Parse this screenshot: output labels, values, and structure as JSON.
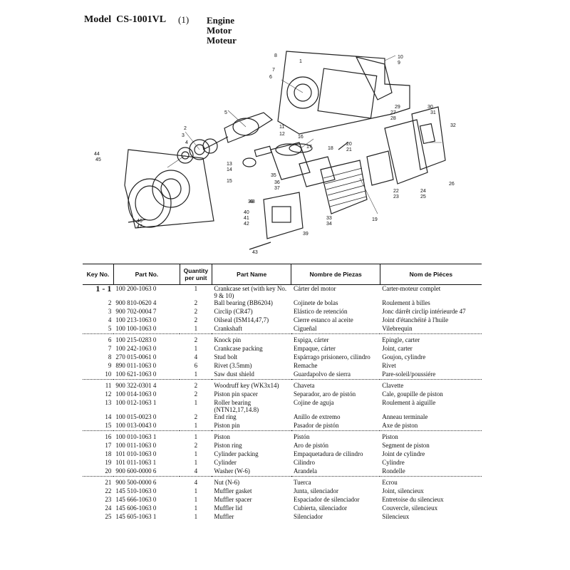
{
  "header": {
    "model_label": "Model",
    "model": "CS-1001VL",
    "section": "(1)",
    "name_en": "Engine",
    "name_es": "Motor",
    "name_fr": "Moteur"
  },
  "columns": {
    "key": "Key No.",
    "part": "Part No.",
    "qty": "Quantity per unit",
    "en": "Part Name",
    "es": "Nombre de Piezas",
    "fr": "Nom de Piéces"
  },
  "rows": [
    {
      "key": "1 - 1",
      "part": "100 200-1063 0",
      "qty": "1",
      "en": "Crankcase set (with key No. 9 & 10)",
      "es": "Cárter del motor",
      "fr": "Carter-moteur complet",
      "tall": true
    },
    {
      "key": "2",
      "part": "900 810-0620 4",
      "qty": "2",
      "en": "Ball bearing (BB6204)",
      "es": "Cojinete de bolas",
      "fr": "Roulement à billes"
    },
    {
      "key": "3",
      "part": "900 702-0004 7",
      "qty": "2",
      "en": "Circlip (CR47)",
      "es": "Elástico de retención",
      "fr": "Jonc dárrêt circlip intérieurde 47"
    },
    {
      "key": "4",
      "part": "100 213-1063 0",
      "qty": "2",
      "en": "Oilseal (ISM14,47,7)",
      "es": "Cierre estanco al aceite",
      "fr": "Joint d'étanchéité à l'huile"
    },
    {
      "key": "5",
      "part": "100 100-1063 0",
      "qty": "1",
      "en": "Crankshaft",
      "es": "Cigueñal",
      "fr": "Vilebrequin"
    },
    {
      "key": "6",
      "part": "100 215-0283 0",
      "qty": "2",
      "en": "Knock pin",
      "es": "Espiga, cárter",
      "fr": "Epingle, carter",
      "grp": true
    },
    {
      "key": "7",
      "part": "100 242-1063 0",
      "qty": "1",
      "en": "Crankcase packing",
      "es": "Empaque, cárter",
      "fr": "Joint, carter"
    },
    {
      "key": "8",
      "part": "270 015-0061 0",
      "qty": "4",
      "en": "Stud bolt",
      "es": "Espárrago prisionero, cilindro",
      "fr": "Goujon, cylindre"
    },
    {
      "key": "9",
      "part": "890 011-1063 0",
      "qty": "6",
      "en": "Rivet (3.5mm)",
      "es": "Remache",
      "fr": "Rivet"
    },
    {
      "key": "10",
      "part": "100 621-1063 0",
      "qty": "1",
      "en": "Saw dust shield",
      "es": "Guardapolvo de sierra",
      "fr": "Pare-soleil/poussiére"
    },
    {
      "key": "11",
      "part": "900 322-0301 4",
      "qty": "2",
      "en": "Woodruff key (WK3x14)",
      "es": "Chaveta",
      "fr": "Clavette",
      "grp": true
    },
    {
      "key": "12",
      "part": "100 014-1063 0",
      "qty": "2",
      "en": "Piston pin spacer",
      "es": "Separador, aro de pistón",
      "fr": "Cale, goupille de piston"
    },
    {
      "key": "13",
      "part": "100 012-1063 1",
      "qty": "1",
      "en": "Roller bearing (NTN12,17,14.8)",
      "es": "Cojine de aguja",
      "fr": "Roulement à aiguille",
      "tall": true
    },
    {
      "key": "14",
      "part": "100 015-0023 0",
      "qty": "2",
      "en": "End ring",
      "es": "Anillo de extremo",
      "fr": "Anneau terminale"
    },
    {
      "key": "15",
      "part": "100 013-0043 0",
      "qty": "1",
      "en": "Piston pin",
      "es": "Pasador de pistón",
      "fr": "Axe de piston"
    },
    {
      "key": "16",
      "part": "100 010-1063 1",
      "qty": "1",
      "en": "Piston",
      "es": "Pistón",
      "fr": "Piston",
      "grp": true
    },
    {
      "key": "17",
      "part": "100 011-1063 0",
      "qty": "2",
      "en": "Piston ring",
      "es": "Aro de pistón",
      "fr": "Segment de piston"
    },
    {
      "key": "18",
      "part": "101 010-1063 0",
      "qty": "1",
      "en": "Cylinder packing",
      "es": "Empaquetadura de cilindro",
      "fr": "Joint de cylindre"
    },
    {
      "key": "19",
      "part": "101 011-1063 1",
      "qty": "1",
      "en": "Cylinder",
      "es": "Cilindro",
      "fr": "Cylindre"
    },
    {
      "key": "20",
      "part": "900 600-0000 6",
      "qty": "4",
      "en": "Washer (W-6)",
      "es": "Arandela",
      "fr": "Rondelle"
    },
    {
      "key": "21",
      "part": "900 500-0000 6",
      "qty": "4",
      "en": "Nut (N-6)",
      "es": "Tuerca",
      "fr": "Ecrou",
      "grp": true
    },
    {
      "key": "22",
      "part": "145 510-1063 0",
      "qty": "1",
      "en": "Muffler gasket",
      "es": "Junta, silenciador",
      "fr": "Joint, silencieux"
    },
    {
      "key": "23",
      "part": "145 666-1063 0",
      "qty": "1",
      "en": "Muffler spacer",
      "es": "Espaciador de silenciador",
      "fr": "Entretoise du silencieux"
    },
    {
      "key": "24",
      "part": "145 606-1063 0",
      "qty": "1",
      "en": "Muffler lid",
      "es": "Cubierta, silenciador",
      "fr": "Couvercle, silencieux"
    },
    {
      "key": "25",
      "part": "145 605-1063 1",
      "qty": "1",
      "en": "Muffler",
      "es": "Silenciador",
      "fr": "Silencieux"
    }
  ],
  "callouts": [
    "1",
    "2",
    "3",
    "4",
    "5",
    "6",
    "7",
    "8",
    "9",
    "10",
    "11",
    "12",
    "13",
    "14",
    "15",
    "16",
    "17",
    "18",
    "19",
    "20",
    "21",
    "22",
    "23",
    "24",
    "25",
    "26",
    "27",
    "28",
    "29",
    "30",
    "31",
    "32",
    "33",
    "34",
    "35",
    "36",
    "37",
    "38",
    "39",
    "40",
    "41",
    "42",
    "43",
    "44",
    "45",
    "46",
    "47",
    "48"
  ]
}
